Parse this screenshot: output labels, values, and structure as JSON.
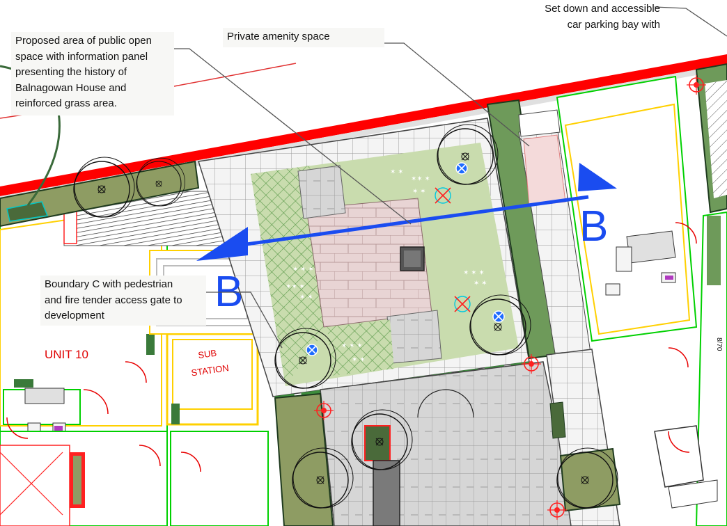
{
  "drawing": {
    "labels": {
      "unit": "UNIT 10",
      "substation_line1": "SUB",
      "substation_line2": "STATION",
      "section_marker": "B",
      "dimension": "8/70"
    },
    "callouts": {
      "open_space": [
        "Proposed area of public open",
        "space with information panel",
        "presenting the history of",
        "Balnagowan House and",
        "reinforced grass area."
      ],
      "amenity": "Private amenity space",
      "parking": [
        "Set down and accessible",
        "car parking bay with"
      ],
      "boundary": [
        "Boundary C with pedestrian",
        "and fire tender access gate to",
        "development"
      ]
    },
    "colors": {
      "boundary_red": "#ff0000",
      "section_line_blue": "#1a4cf0",
      "lawn_green": "#c9dcae",
      "hedge_green": "#6e9a5a",
      "planting_olive": "#8e9c63",
      "paving_pink": "#e8d4d4",
      "paving_grey": "#d8d8d8",
      "wall_yellow": "#ffff00",
      "outline_green": "#00e000",
      "outline_cyan": "#00e5e5",
      "door_red": "#e80000"
    },
    "icons": [
      "tree-icon",
      "light-fitting-icon",
      "fire-hydrant-icon",
      "star-planting-icon"
    ]
  }
}
